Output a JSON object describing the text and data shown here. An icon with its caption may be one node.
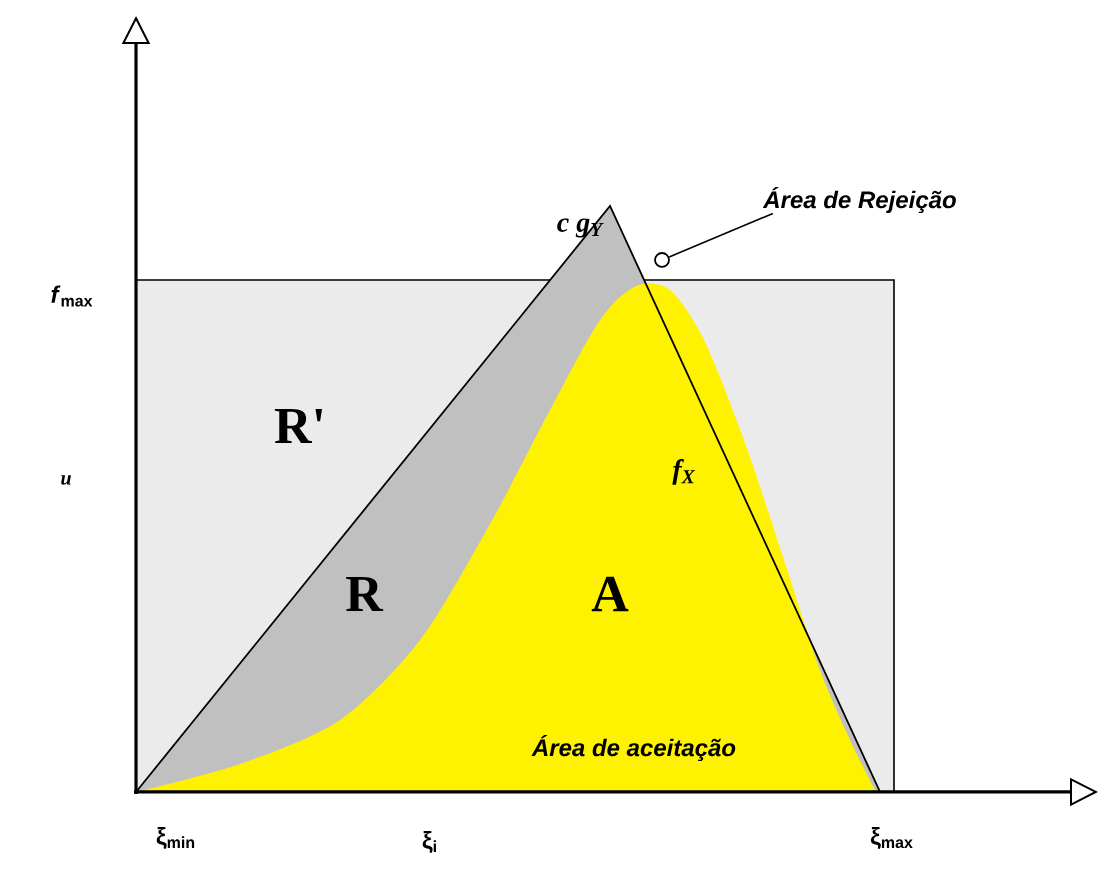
{
  "diagram": {
    "nodes": [
      {
        "text": [
          "*Área de Rejeição*"
        ]
      },
      {
        "text": [],
        "shape": "circle"
      }
    ],
    "edges": [
      {
        "from": 0,
        "to": 1,
        "arrow": "none"
      }
    ],
    "labels": [
      "*f*$_{max}$",
      "c g$_{Y}$",
      "R'",
      "u",
      "f$_{X}$",
      "R",
      "A",
      "*Área de aceitação*",
      "ξ$_{min}$",
      "ξ$_{i}$",
      "ξ$_{max}$"
    ]
  }
}
